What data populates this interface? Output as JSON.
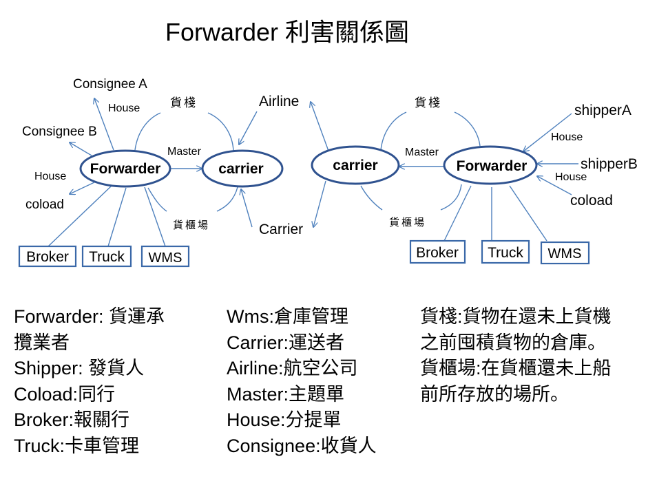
{
  "title": "Forwarder 利害關係圖",
  "left_diagram": {
    "forwarder": "Forwarder",
    "carrier": "carrier",
    "consignee_a": "Consignee A",
    "consignee_b": "Consignee B",
    "coload": "coload",
    "house_top": "House",
    "house_left": "House",
    "master": "Master",
    "warehouse_top": "貨棧",
    "yard_bottom": "貨櫃場",
    "boxes": [
      "Broker",
      "Truck",
      "WMS"
    ]
  },
  "middle": {
    "airline": "Airline",
    "carrier_label": "Carrier"
  },
  "right_diagram": {
    "forwarder": "Forwarder",
    "carrier": "carrier",
    "shipper_a": "shipperA",
    "shipper_b": "shipperB",
    "coload": "coload",
    "house_1": "House",
    "house_2": "House",
    "master": "Master",
    "warehouse_top": "貨棧",
    "yard_bottom": "貨櫃場",
    "boxes": [
      "Broker",
      "Truck",
      "WMS"
    ]
  },
  "legend": {
    "column1": [
      "Forwarder: 貨運承",
      "攬業者",
      "Shipper: 發貨人",
      "Coload:同行",
      "Broker:報關行",
      "Truck:卡車管理"
    ],
    "column2": [
      "Wms:倉庫管理",
      "Carrier:運送者",
      "Airline:航空公司",
      "Master:主題單",
      "House:分提單",
      "Consignee:收貨人"
    ],
    "column3": [
      "貨棧:貨物在還未上貨機",
      "之前囤積貨物的倉庫。",
      "貨櫃場:在貨櫃還未上船",
      "前所存放的場所。"
    ]
  },
  "colors": {
    "line": "#4f81bd",
    "ellipse_stroke": "#2f528f",
    "box_stroke": "#3a68a8"
  }
}
